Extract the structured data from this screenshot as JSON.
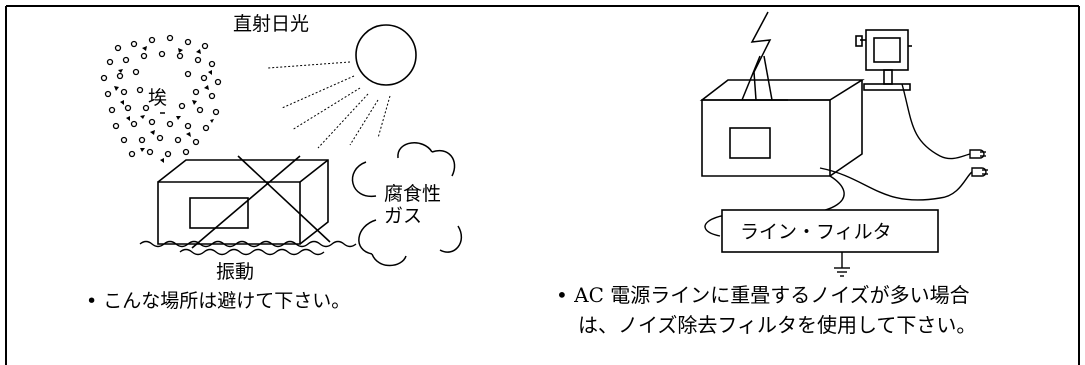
{
  "left_panel": {
    "labels": {
      "sunlight": "直射日光",
      "dust": "埃",
      "corrosive_gas_line1": "腐食性",
      "corrosive_gas_line2": "ガス",
      "vibration": "振動"
    },
    "caption": "•  こんな場所は避けて下さい。"
  },
  "right_panel": {
    "labels": {
      "line_filter": "ライン・フィルタ"
    },
    "caption_line1": "•  AC 電源ラインに重畳するノイズが多い場合",
    "caption_line2": "は、ノイズ除去フィルタを使用して下さい。"
  }
}
